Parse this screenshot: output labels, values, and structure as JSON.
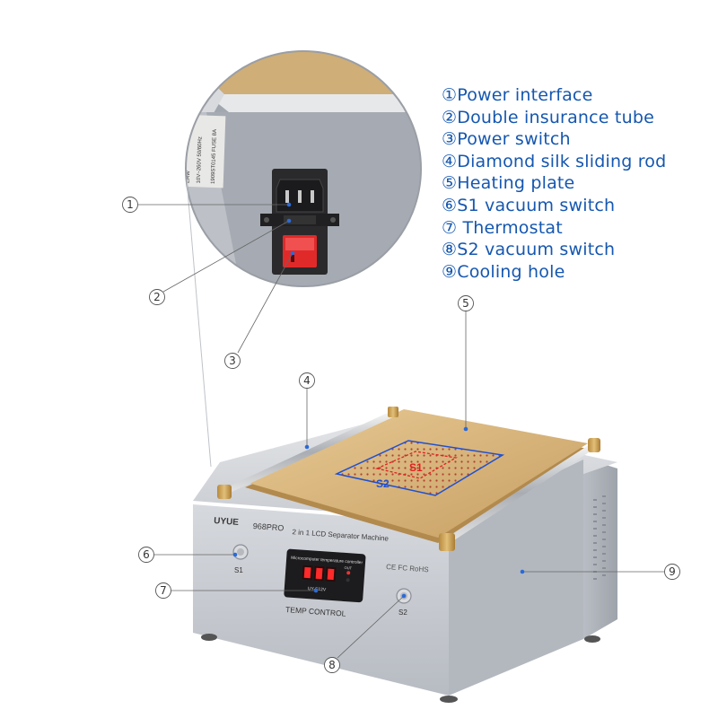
{
  "legend": [
    "①Power interface",
    "②Double insurance tube",
    "③Power switch",
    "④Diamond silk sliding rod",
    "⑤Heating plate",
    "⑥S1 vacuum switch",
    "⑦ Thermostat",
    "⑧S2 vacuum switch",
    "⑨Cooling hole"
  ],
  "callouts": [
    "1",
    "2",
    "3",
    "4",
    "5",
    "6",
    "7",
    "8",
    "9"
  ],
  "machine": {
    "brand": "UYUE",
    "model": "968PRO",
    "title": "2 in 1 LCD Separator Machine",
    "controller_label": "Microcomputer temperature controller",
    "controller_model": "UY-S12V",
    "controller_out": "OUT",
    "temp_label": "TEMP CONTROL",
    "cert": "CE FC RoHS",
    "s1": "S1",
    "s2": "S2",
    "zone_s1": "S1",
    "zone_s2": "S2"
  },
  "label_sticker": [
    "ERW",
    "10V~260V 50/60Hz",
    "1909ST0145 FUSE 8A"
  ],
  "colors": {
    "legend_text": "#1557b0",
    "zone_s1": "#e02020",
    "zone_s2": "#2050d0",
    "plate": "#d9b57a",
    "body": "#c8ccd2",
    "rocker": "#e02a2a"
  }
}
